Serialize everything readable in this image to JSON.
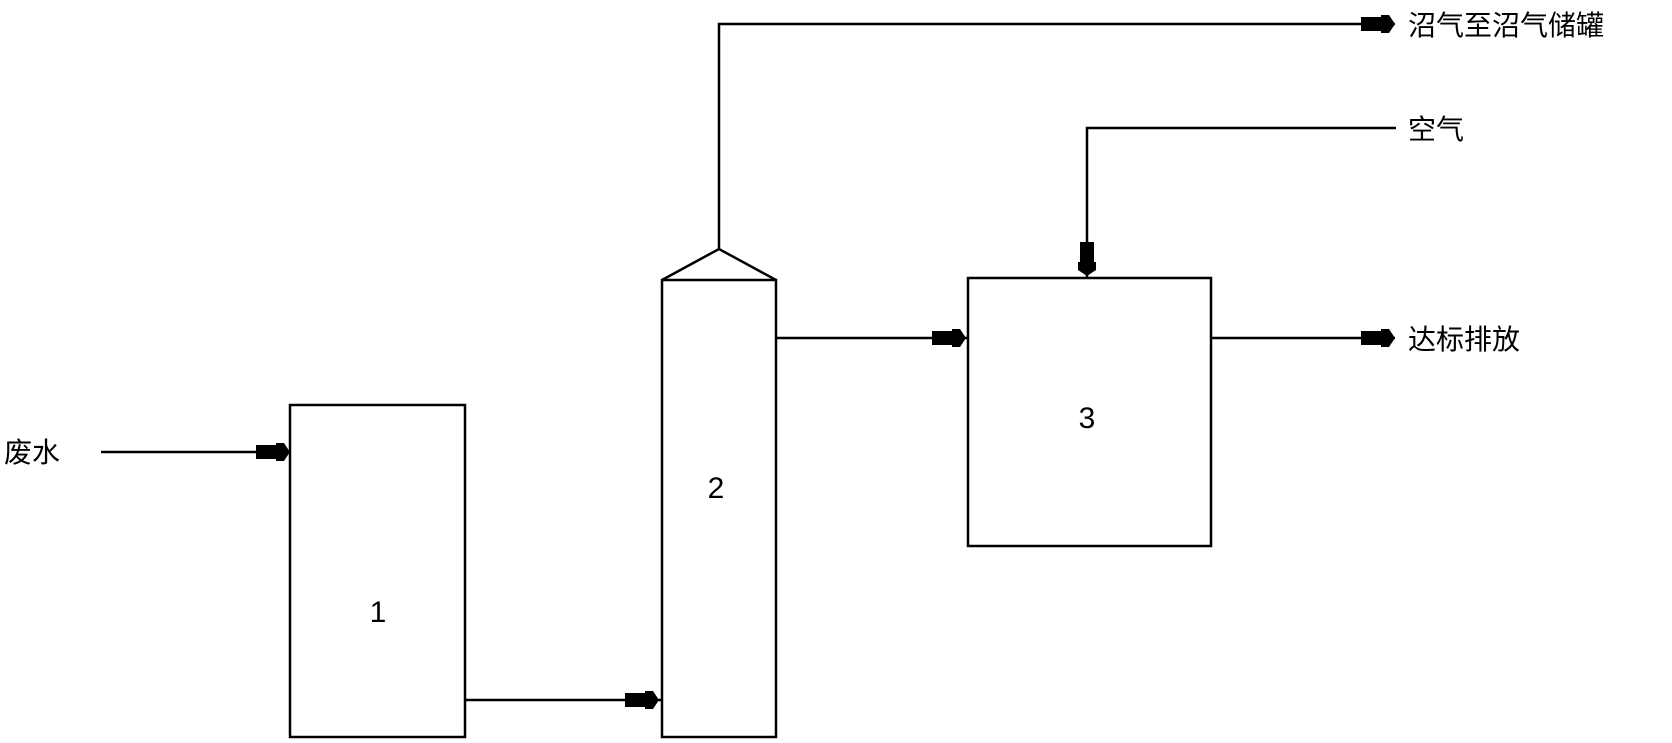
{
  "diagram": {
    "units": [
      {
        "id": "1",
        "label": "1"
      },
      {
        "id": "2",
        "label": "2"
      },
      {
        "id": "3",
        "label": "3"
      }
    ],
    "streams": {
      "wastewater_in": "废水",
      "biogas_out": "沼气至沼气储罐",
      "air_in": "空气",
      "discharge_out": "达标排放"
    }
  }
}
